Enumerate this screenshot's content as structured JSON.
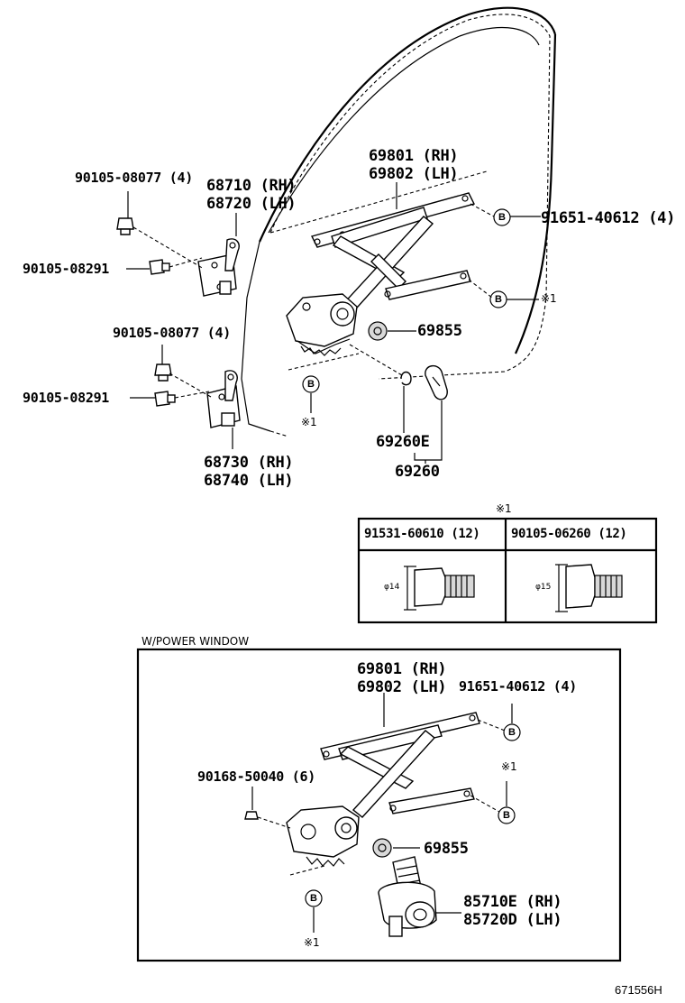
{
  "labels": {
    "p_69801_rh": "69801 (RH)",
    "p_69802_lh": "69802 (LH)",
    "p_91651_40612_4": "91651-40612 (4)",
    "p_90105_08077_4_a": "90105-08077 (4)",
    "p_68710_rh": "68710 (RH)",
    "p_68720_lh": "68720 (LH)",
    "p_90105_08291_a": "90105-08291",
    "p_69855_a": "69855",
    "p_90105_08077_4_b": "90105-08077 (4)",
    "p_90105_08291_b": "90105-08291",
    "p_69260e": "69260E",
    "p_69260": "69260",
    "p_68730_rh": "68730 (RH)",
    "p_68740_lh": "68740 (LH)"
  },
  "ref_mark": "※1",
  "b_mark": "B",
  "bolt_table": {
    "title": "※1",
    "columns": [
      {
        "part": "91531-60610 (12)",
        "dimension": "φ14"
      },
      {
        "part": "90105-06260 (12)",
        "dimension": "φ15"
      }
    ]
  },
  "power_window": {
    "title": "W/POWER WINDOW",
    "labels": {
      "p_69801_rh": "69801 (RH)",
      "p_69802_lh": "69802 (LH)",
      "p_91651_40612_4": "91651-40612 (4)",
      "p_90168_50040_6": "90168-50040 (6)",
      "p_69855": "69855",
      "p_85710e_rh": "85710E (RH)",
      "p_85720d_lh": "85720D (LH)"
    }
  },
  "figure_code": "671556H"
}
